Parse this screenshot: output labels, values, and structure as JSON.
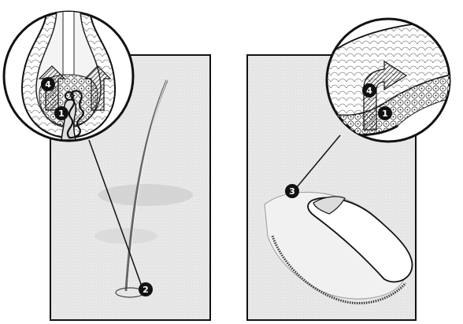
{
  "figure": {
    "left_panel": {
      "subject": "hair follicle",
      "callouts": [
        {
          "label": "4"
        },
        {
          "label": "1"
        },
        {
          "label": "2"
        }
      ]
    },
    "right_panel": {
      "subject": "fingernail",
      "callouts": [
        {
          "label": "4"
        },
        {
          "label": "1"
        },
        {
          "label": "3"
        }
      ]
    },
    "colors": {
      "ink": "#111111",
      "panel_fill": "#ececec",
      "skin_shade": "#bdbdbd",
      "white": "#ffffff"
    }
  }
}
